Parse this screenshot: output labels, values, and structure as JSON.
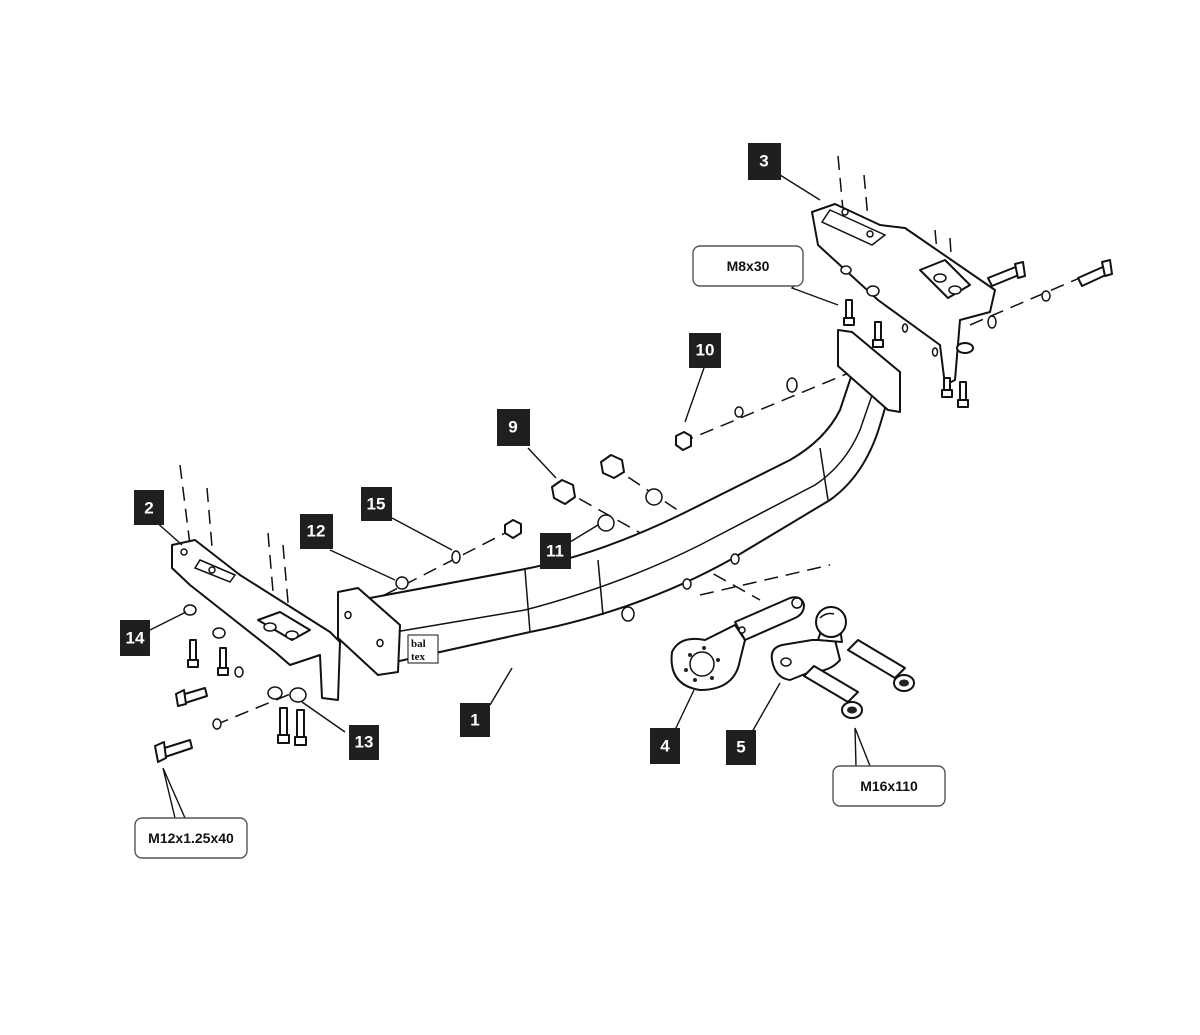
{
  "part_numbers": [
    "1",
    "2",
    "3",
    "4",
    "5",
    "9",
    "10",
    "11",
    "12",
    "13",
    "14",
    "15"
  ],
  "callouts": {
    "m8x30": "M8x30",
    "m16x110": "M16x110",
    "m12x125x40": "M12x1.25x40"
  },
  "icons": [
    "crossbar",
    "left-bracket",
    "right-bracket",
    "socket-plate",
    "tow-ball",
    "bolt",
    "nut",
    "washer"
  ]
}
